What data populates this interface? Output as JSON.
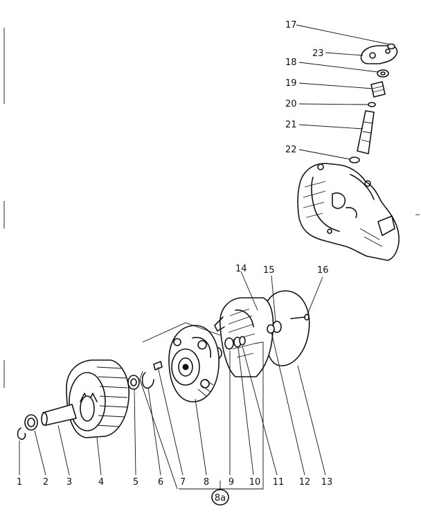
{
  "callouts_bottom": [
    "1",
    "2",
    "3",
    "4",
    "5",
    "6",
    "7",
    "8",
    "9",
    "10",
    "11",
    "12",
    "13"
  ],
  "callouts_top": [
    "17",
    "23",
    "18",
    "19",
    "20",
    "21",
    "22"
  ],
  "callouts_mid": [
    "14",
    "15",
    "16"
  ],
  "group_label": "8a"
}
